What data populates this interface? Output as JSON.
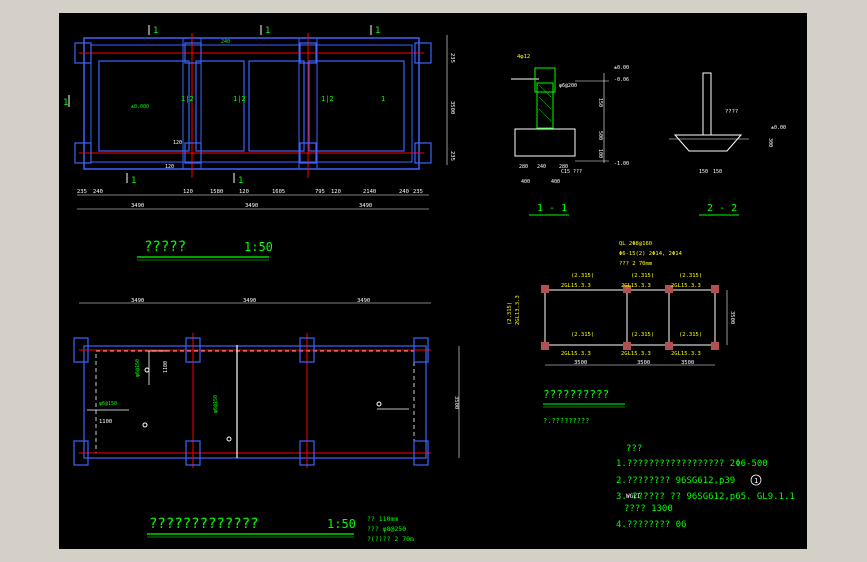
{
  "titles": {
    "foundation_plan": "?????",
    "foundation_scale": "1:50",
    "slab_plan": "?????????????",
    "slab_scale": "1:50",
    "beam_plan": "??????????",
    "beam_sub": "?.?????????",
    "section_1": "1 - 1",
    "section_2": "2 - 2"
  },
  "foundation": {
    "axis_labels_top": [
      "1",
      "1",
      "1"
    ],
    "axis_labels_bottom": [
      "1",
      "1"
    ],
    "axis_labels_mid": [
      "1",
      "1",
      "1",
      "1"
    ],
    "mid_labels": [
      "1|2",
      "1|2",
      "1|2"
    ],
    "left_mark": "1",
    "inner_note": "±0.000",
    "dims_bottom_1": [
      "235",
      "240",
      "120",
      "1580",
      "120",
      "1605",
      "795",
      "120",
      "2140",
      "240",
      "235"
    ],
    "dims_bottom_2": [
      "3490",
      "3490",
      "3490"
    ],
    "dims_right": [
      "235",
      "3500",
      "235"
    ],
    "small_dims": [
      "240",
      "120",
      "120"
    ]
  },
  "section_1": {
    "top_note": "4φ12",
    "labels": [
      "±0.00",
      "-0.06",
      "-1.00",
      "C15 ???"
    ],
    "tag": "φ6@200",
    "dims_bottom_1": [
      "280",
      "240",
      "280"
    ],
    "dims_bottom_2": [
      "400",
      "400"
    ],
    "dims_right": [
      "150",
      "500",
      "100"
    ]
  },
  "section_2": {
    "labels": [
      "????",
      "±0.00"
    ],
    "dims_bottom": [
      "150",
      "150"
    ],
    "dims_right": [
      "300"
    ]
  },
  "beam_plan": {
    "notes": [
      "QL  2Φ8@160",
      "Φ6-15(2) 2Φ14, 2Φ14",
      "??? 2 70mm"
    ],
    "top_labels": [
      "(2.315)",
      "(2.315)",
      "(2.315)"
    ],
    "top_beams": [
      "2GL15.3.3",
      "2GL15.3.3",
      "2GL15.3.3"
    ],
    "inner_labels": [
      "(2.315)",
      "(2.315)",
      "(2.315)"
    ],
    "bottom_beams": [
      "2GL15.3.3",
      "2GL15.3.3",
      "2GL15.3.3"
    ],
    "left_label": "(2.315)",
    "left_beam": "2GL13.3.3",
    "dims_bottom": [
      "3500",
      "3500",
      "3500"
    ],
    "dim_right": "3500"
  },
  "slab_plan": {
    "dims_top": [
      "3490",
      "3490",
      "3490"
    ],
    "dim_right": "3500",
    "labels": [
      "φ6@150",
      "φ6@150",
      "φ6@150",
      "1100",
      "1100"
    ],
    "notes": [
      "??  110mm",
      "???  φ8@250",
      "?(?)??  2 70m"
    ]
  },
  "notes": {
    "heading": "???",
    "lines": [
      "1.??????????????????    2Φ6-500",
      "2.????????    96SG612,p39",
      "3. ??????  ??  96SG612,p65.  GL9.1.1",
      "????  1300",
      "4.????????     06"
    ],
    "circle_mark": "1",
    "beam_tag": "WGLI"
  },
  "colors": {
    "background": "#000000",
    "frame": "#d4d0c8",
    "cad_blue": "#3c63ff",
    "cad_green": "#00ff00",
    "cad_white": "#ffffff",
    "cad_red": "#ff0000",
    "cad_yellow": "#ffff00"
  }
}
